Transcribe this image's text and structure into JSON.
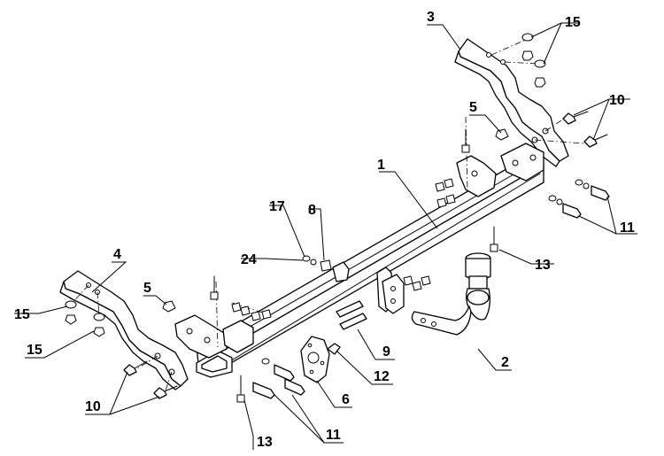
{
  "diagram": {
    "callouts": [
      {
        "id": "c1",
        "label": "1"
      },
      {
        "id": "c2",
        "label": "2"
      },
      {
        "id": "c3",
        "label": "3"
      },
      {
        "id": "c4",
        "label": "4"
      },
      {
        "id": "c5a",
        "label": "5"
      },
      {
        "id": "c5b",
        "label": "5"
      },
      {
        "id": "c6",
        "label": "6"
      },
      {
        "id": "c8",
        "label": "8"
      },
      {
        "id": "c9",
        "label": "9"
      },
      {
        "id": "c10a",
        "label": "10"
      },
      {
        "id": "c10b",
        "label": "10"
      },
      {
        "id": "c11a",
        "label": "11"
      },
      {
        "id": "c11b",
        "label": "11"
      },
      {
        "id": "c12",
        "label": "12"
      },
      {
        "id": "c13a",
        "label": "13"
      },
      {
        "id": "c13b",
        "label": "13"
      },
      {
        "id": "c15a",
        "label": "15"
      },
      {
        "id": "c15b",
        "label": "15"
      },
      {
        "id": "c15c",
        "label": "15"
      },
      {
        "id": "c17",
        "label": "17"
      },
      {
        "id": "c24",
        "label": "24"
      }
    ]
  }
}
